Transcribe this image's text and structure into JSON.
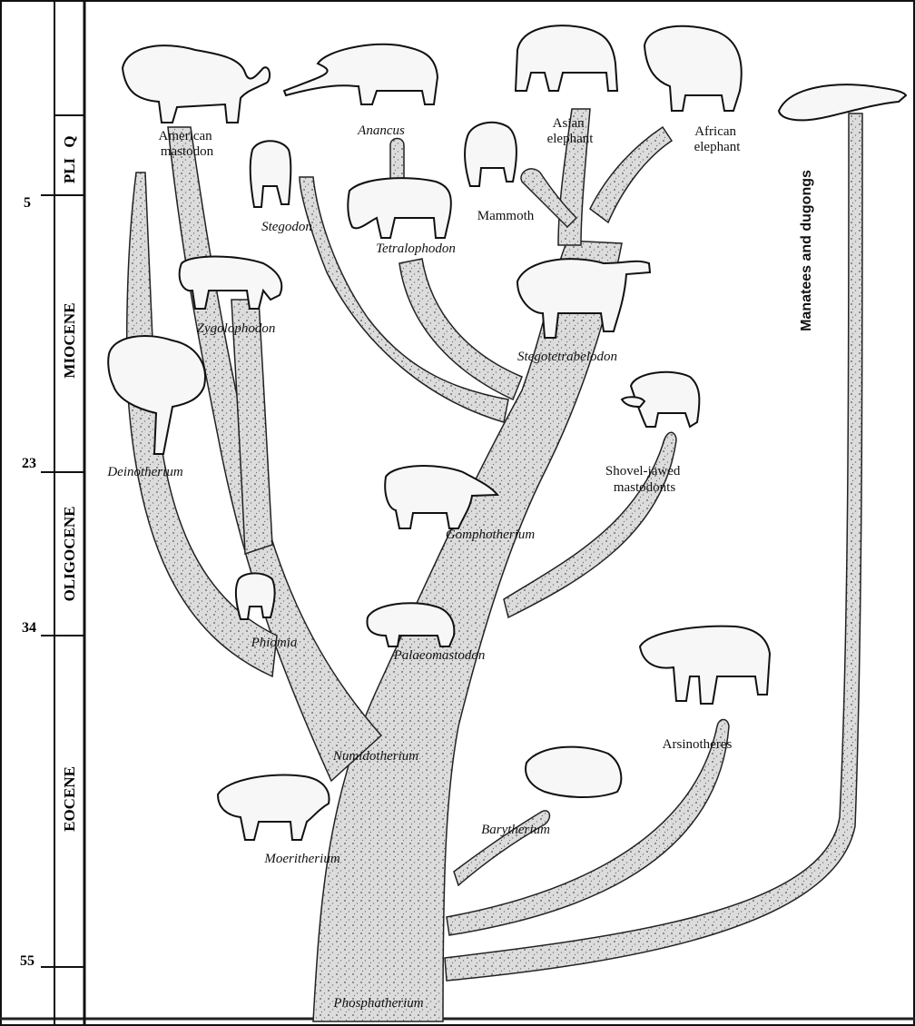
{
  "timescale": {
    "epochs": {
      "q": "Q",
      "pli": "PLI",
      "miocene": "MIOCENE",
      "oligocene": "OLIGOCENE",
      "eocene": "EOCENE"
    },
    "ticks": {
      "t5": "5",
      "t23": "23",
      "t34": "34",
      "t55": "55"
    }
  },
  "taxa": {
    "american_mastodon": "American\nmastodon",
    "anancus": "Anancus",
    "asian_elephant": "Asian\nelephant",
    "african_elephant": "African\nelephant",
    "stegodon": "Stegodon",
    "tetralophodon": "Tetralophodon",
    "mammoth": "Mammoth",
    "zygolophodon": "Zygolophodon",
    "stegotetrabelodon": "Stegotetrabelodon",
    "deinotherium": "Deinotherium",
    "shovel_jawed": "Shovel-jawed\nmastodonts",
    "gomphotherium": "Gomphotherium",
    "phiomia": "Phiomia",
    "palaeomastodon": "Palaeomastodon",
    "arsinotheres": "Arsinotheres",
    "numidotherium": "Numidotherium",
    "barytherium": "Barytherium",
    "moeritherium": "Moeritherium",
    "phosphatherium": "Phosphatherium",
    "manatees": "Manatees and dugongs"
  },
  "colors": {
    "branch": "#d6d6d6",
    "ink": "#111111"
  }
}
